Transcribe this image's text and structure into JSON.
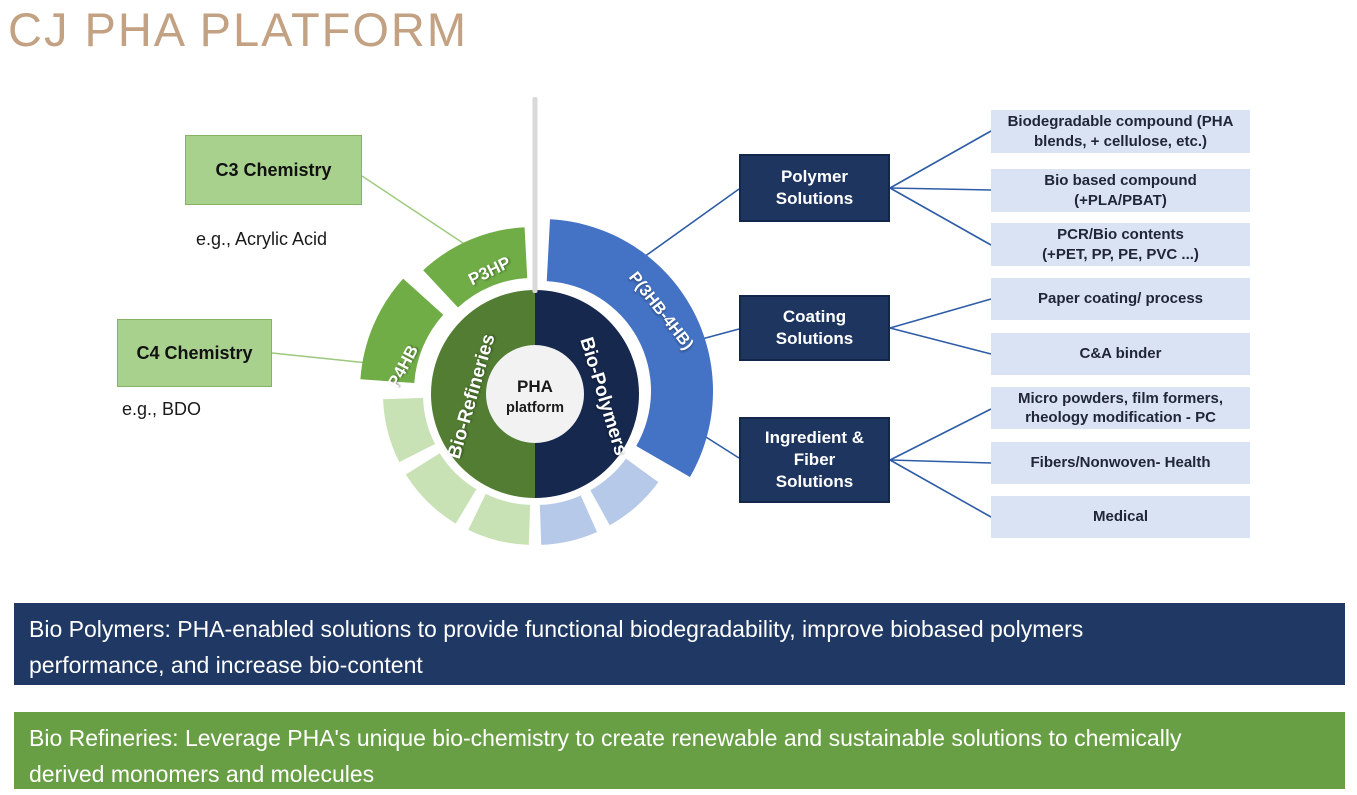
{
  "title": "CJ PHA PLATFORM",
  "colors": {
    "title_tan": "#c3a183",
    "input_box_fill": "#a9d18e",
    "input_box_border": "#85b264",
    "solution_box_fill": "#1e355f",
    "solution_box_border": "#13264c",
    "output_box_fill": "#dae3f3",
    "banner_navy": "#1f3864",
    "banner_green": "#699f44",
    "wheel_green": "#70ad47",
    "wheel_dark_green": "#527d32",
    "wheel_navy": "#16284e",
    "wheel_blue": "#4472c4",
    "wheel_green_faded": "#c9e2b5",
    "wheel_blue_faded": "#b7c9e8",
    "center_circle": "#f2f2f2",
    "connector_green": "#9dc97d",
    "connector_blue": "#2e5ca6",
    "divider_gray": "#d9d9d9"
  },
  "inputs": [
    {
      "label": "C3 Chemistry",
      "example": "e.g., Acrylic Acid"
    },
    {
      "label": "C4 Chemistry",
      "example": "e.g., BDO"
    }
  ],
  "wheel": {
    "center_title": "PHA",
    "center_subtitle": "platform",
    "left_ring_label": "Bio-Refineries",
    "right_ring_label": "Bio-Polymers",
    "segment_labels": {
      "p3hp": "P3HP",
      "p4hb": "P4HB",
      "p3hb4hb": "P(3HB-4HB)"
    }
  },
  "solutions": [
    {
      "label": "Polymer\nSolutions"
    },
    {
      "label": "Coating\nSolutions"
    },
    {
      "label": "Ingredient &\nFiber\nSolutions"
    }
  ],
  "outputs": [
    {
      "label": "Biodegradable compound (PHA\nblends, + cellulose, etc.)"
    },
    {
      "label": "Bio based compound\n(+PLA/PBAT)"
    },
    {
      "label": "PCR/Bio contents\n(+PET, PP, PE, PVC ...)"
    },
    {
      "label": "Paper coating/ process"
    },
    {
      "label": "C&A binder"
    },
    {
      "label": "Micro powders, film formers,\nrheology modification - PC"
    },
    {
      "label": "Fibers/Nonwoven- Health"
    },
    {
      "label": "Medical"
    }
  ],
  "banners": [
    {
      "text": "Bio Polymers: PHA-enabled solutions to provide functional biodegradability, improve biobased polymers\nperformance, and increase bio-content"
    },
    {
      "text": "Bio Refineries: Leverage PHA's unique bio-chemistry to create renewable and sustainable solutions to chemically\nderived monomers and molecules"
    }
  ]
}
